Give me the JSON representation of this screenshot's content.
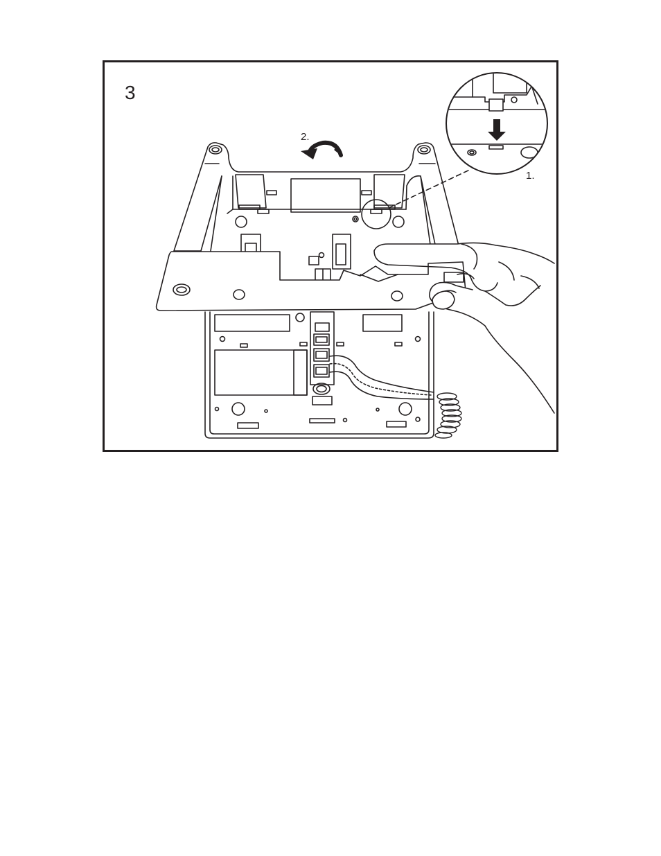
{
  "figure": {
    "step_number": "3",
    "callouts": {
      "press_latch": "1.",
      "rotate_stand": "2."
    },
    "icons": [
      "down-arrow-icon",
      "curved-rotate-arrow-icon",
      "magnifier-circle-icon"
    ],
    "colors": {
      "line": "#231f20",
      "fill": "#ffffff"
    }
  }
}
